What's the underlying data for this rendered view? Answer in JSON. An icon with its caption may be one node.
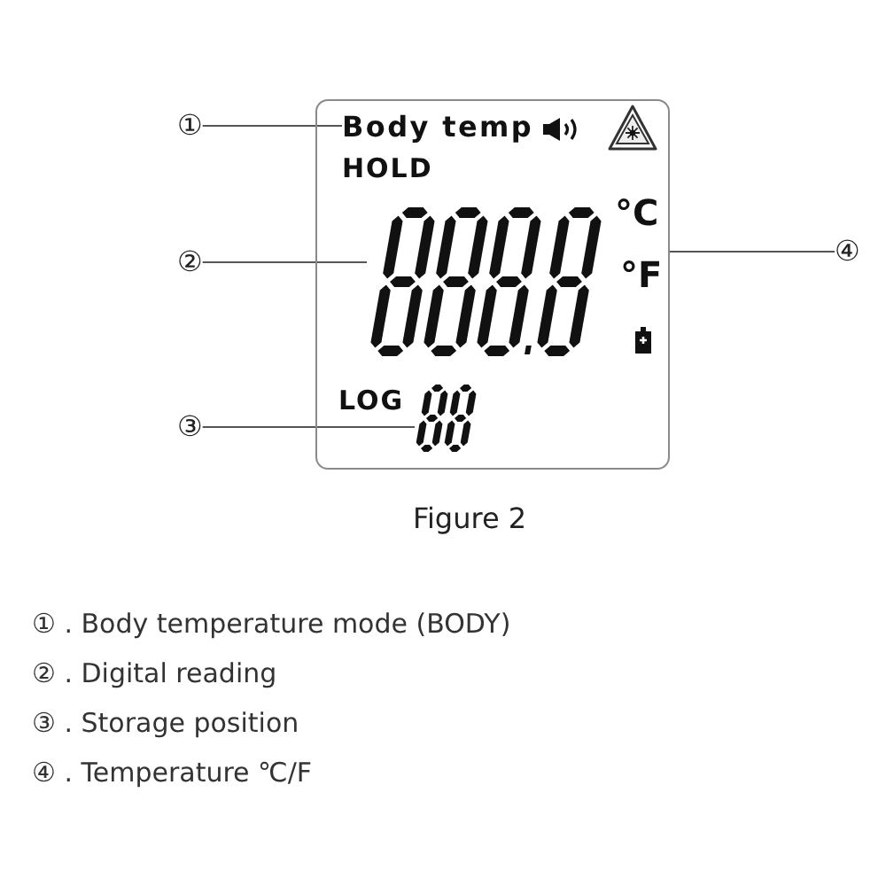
{
  "diagram": {
    "caption": "Figure 2",
    "nodes": [
      {
        "text": [
          "HOLD",
          "°C",
          "°F",
          "LOG"
        ]
      },
      {
        "text": [
          "Body temp"
        ],
        "in": 0
      },
      {
        "text": [],
        "shape": "picture",
        "in": 0
      },
      {
        "text": [],
        "shape": "picture",
        "in": 0
      },
      {
        "text": [
          "①"
        ]
      },
      {
        "text": [
          "②"
        ]
      },
      {
        "text": [
          "③"
        ]
      },
      {
        "text": [
          "④"
        ]
      }
    ],
    "edges": [
      {
        "from": 4,
        "to": 1,
        "arrow": "none"
      },
      {
        "from": 5,
        "to": 2,
        "arrow": "none"
      },
      {
        "from": 7,
        "to": 0,
        "arrow": "none"
      },
      {
        "from": 6,
        "to": 3,
        "arrow": "none"
      }
    ],
    "labels": [
      "① . Body temperature mode (BODY)",
      "② . Digital reading",
      "③ . Storage position",
      "④ . Temperature ℃/F"
    ]
  }
}
